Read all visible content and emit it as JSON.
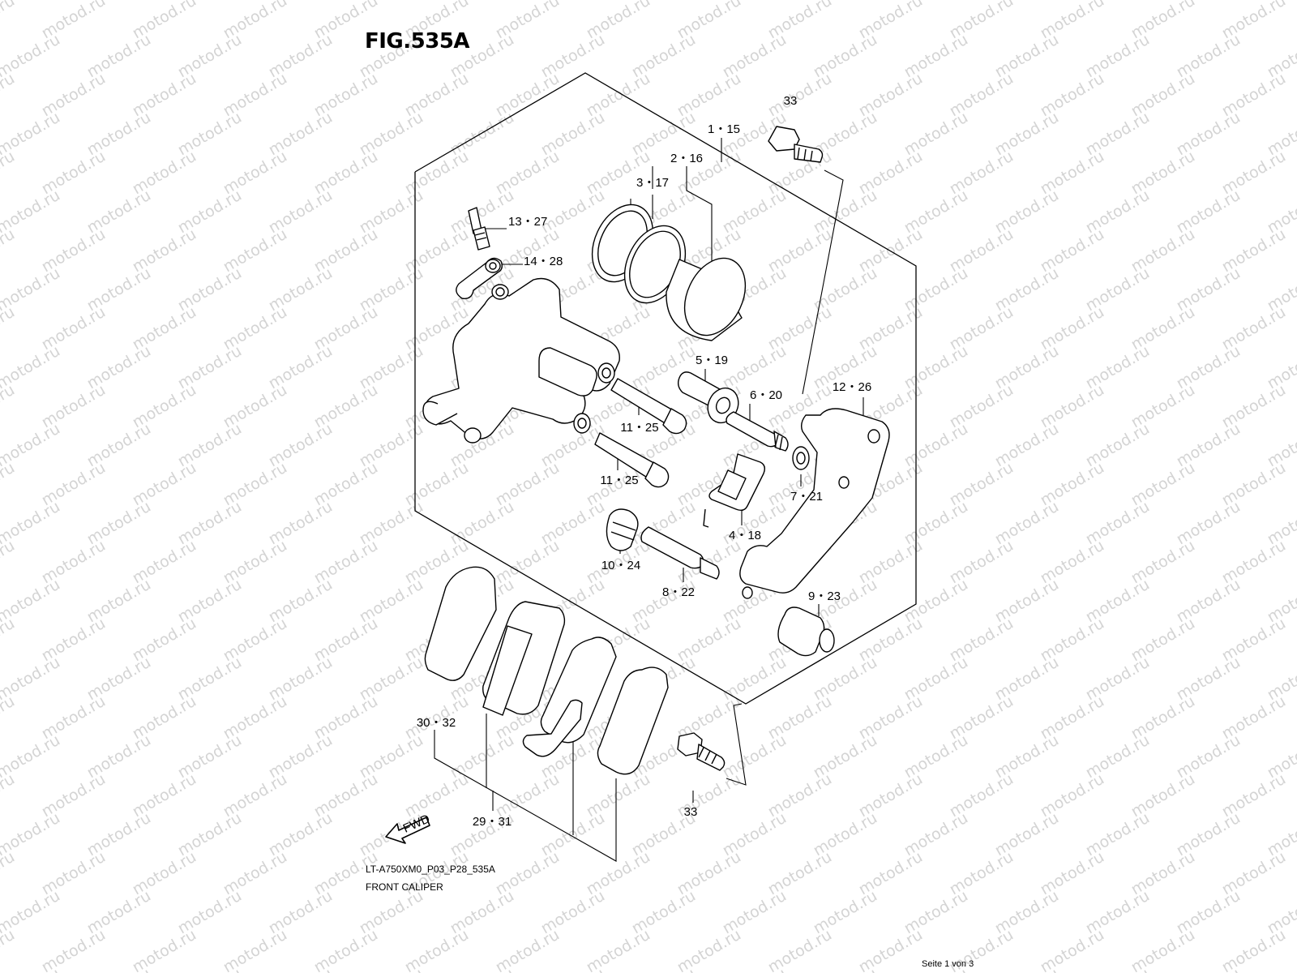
{
  "figure": {
    "title": "FIG.535A",
    "code": "LT-A750XM0_P03_P28_535A",
    "caption": "FRONT CALIPER",
    "page": "Seite 1 von 3",
    "watermark": "motod.ru",
    "fwd_label": "FWD"
  },
  "callouts": [
    {
      "id": "c33a",
      "text": "33"
    },
    {
      "id": "c1",
      "text": "1・15"
    },
    {
      "id": "c2",
      "text": "2・16"
    },
    {
      "id": "c3",
      "text": "3・17"
    },
    {
      "id": "c13",
      "text": "13・27"
    },
    {
      "id": "c14",
      "text": "14・28"
    },
    {
      "id": "c5",
      "text": "5・19"
    },
    {
      "id": "c6",
      "text": "6・20"
    },
    {
      "id": "c12",
      "text": "12・26"
    },
    {
      "id": "c11a",
      "text": "11・25"
    },
    {
      "id": "c11b",
      "text": "11・25"
    },
    {
      "id": "c7",
      "text": "7・21"
    },
    {
      "id": "c4",
      "text": "4・18"
    },
    {
      "id": "c10",
      "text": "10・24"
    },
    {
      "id": "c8",
      "text": "8・22"
    },
    {
      "id": "c9",
      "text": "9・23"
    },
    {
      "id": "c30",
      "text": "30・32"
    },
    {
      "id": "c29",
      "text": "29・31"
    },
    {
      "id": "c33b",
      "text": "33"
    }
  ]
}
